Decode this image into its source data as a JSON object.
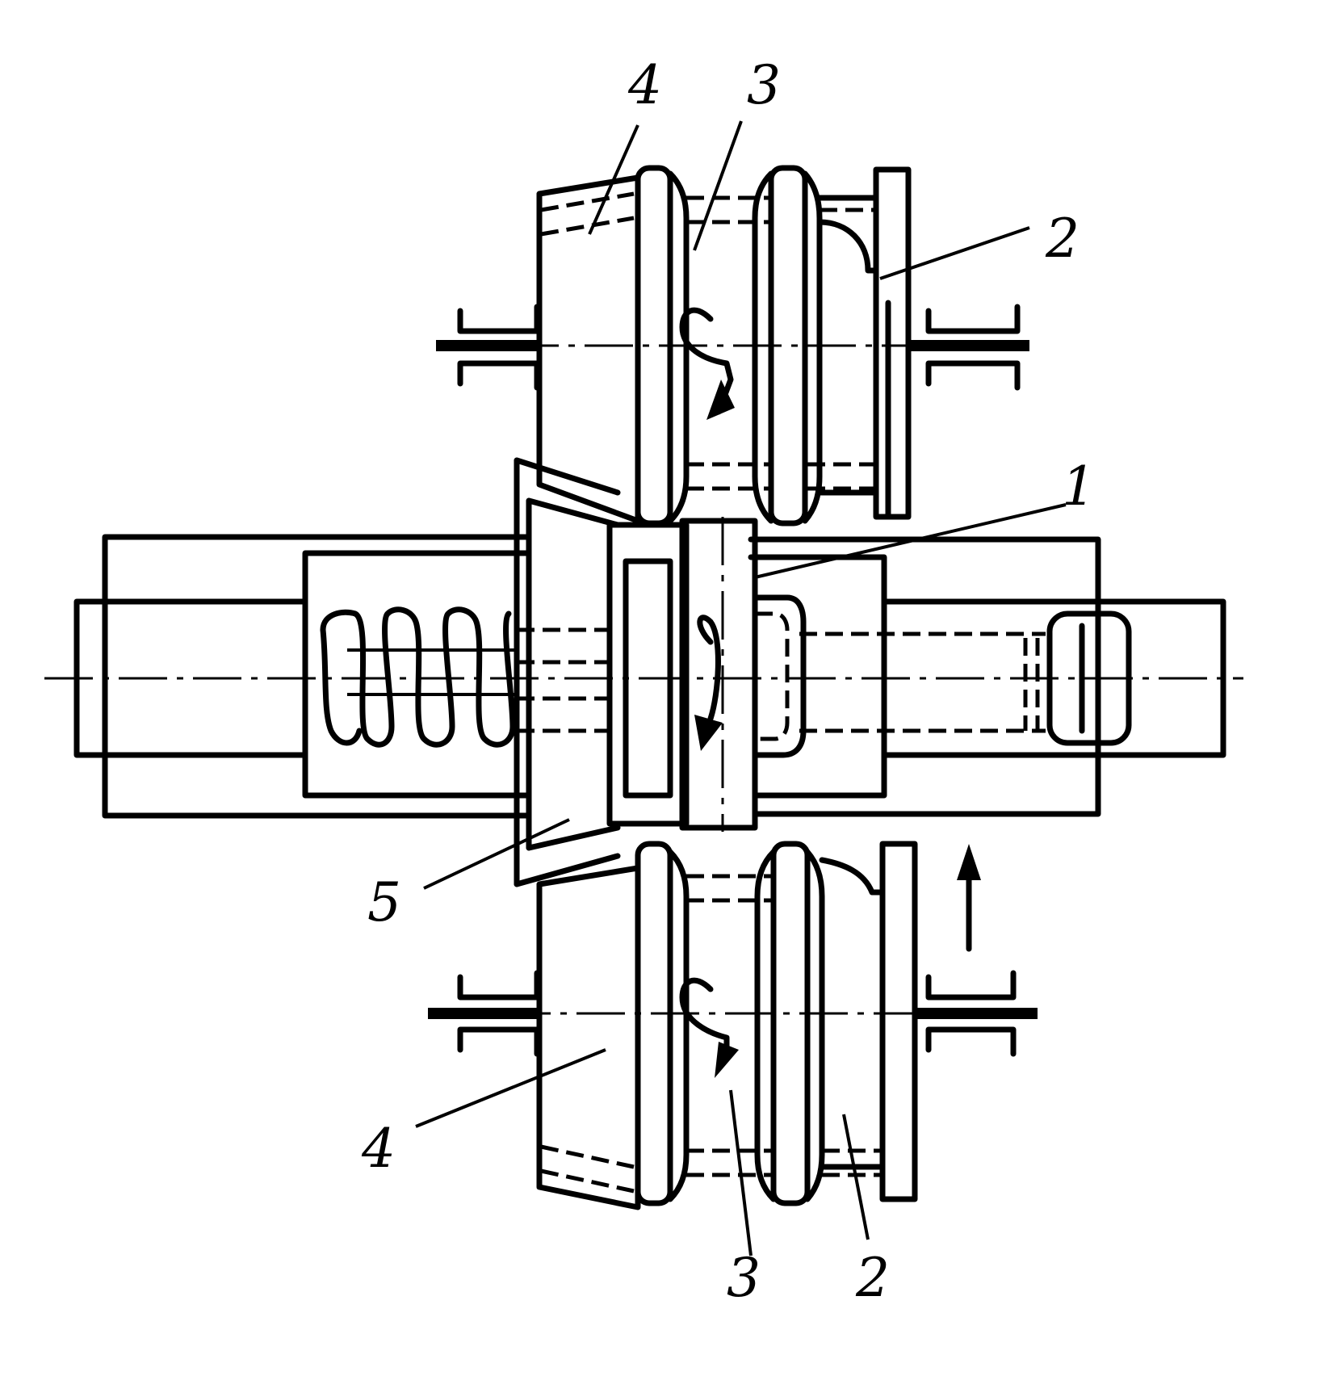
{
  "labels": {
    "part1": "1",
    "part2_top": "2",
    "part2_bottom": "2",
    "part3_top": "3",
    "part3_bottom": "3",
    "part4_top": "4",
    "part4_bottom": "4",
    "part5": "5"
  },
  "colors": {
    "ink": "#000000",
    "paper": "#ffffff"
  },
  "icons": [
    "rotation-arrow-icon",
    "feed-direction-arrow-icon"
  ]
}
